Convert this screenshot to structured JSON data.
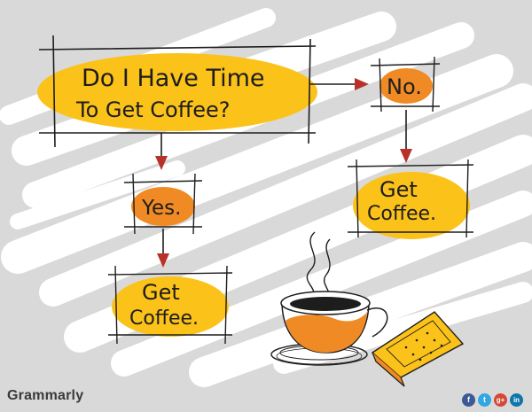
{
  "flowchart": {
    "question_line1": "Do I Have Time",
    "question_line2": "To Get Coffee?",
    "no_label": "No.",
    "yes_label": "Yes.",
    "no_action_line1": "Get",
    "no_action_line2": "Coffee.",
    "yes_action_line1": "Get",
    "yes_action_line2": "Coffee."
  },
  "footer": {
    "brand": "Grammarly"
  },
  "social": [
    {
      "icon": "facebook-icon",
      "glyph": "f",
      "color": "#3b5998"
    },
    {
      "icon": "twitter-icon",
      "glyph": "t",
      "color": "#2fa7e0"
    },
    {
      "icon": "google-plus-icon",
      "glyph": "g+",
      "color": "#d34836"
    },
    {
      "icon": "linkedin-icon",
      "glyph": "in",
      "color": "#0e76a8"
    }
  ],
  "colors": {
    "blob_yellow": "#fbc21a",
    "blob_orange": "#f08a24",
    "ink": "#1d1d1d",
    "arrow_red": "#b8322a",
    "background": "#d9d9d9"
  }
}
